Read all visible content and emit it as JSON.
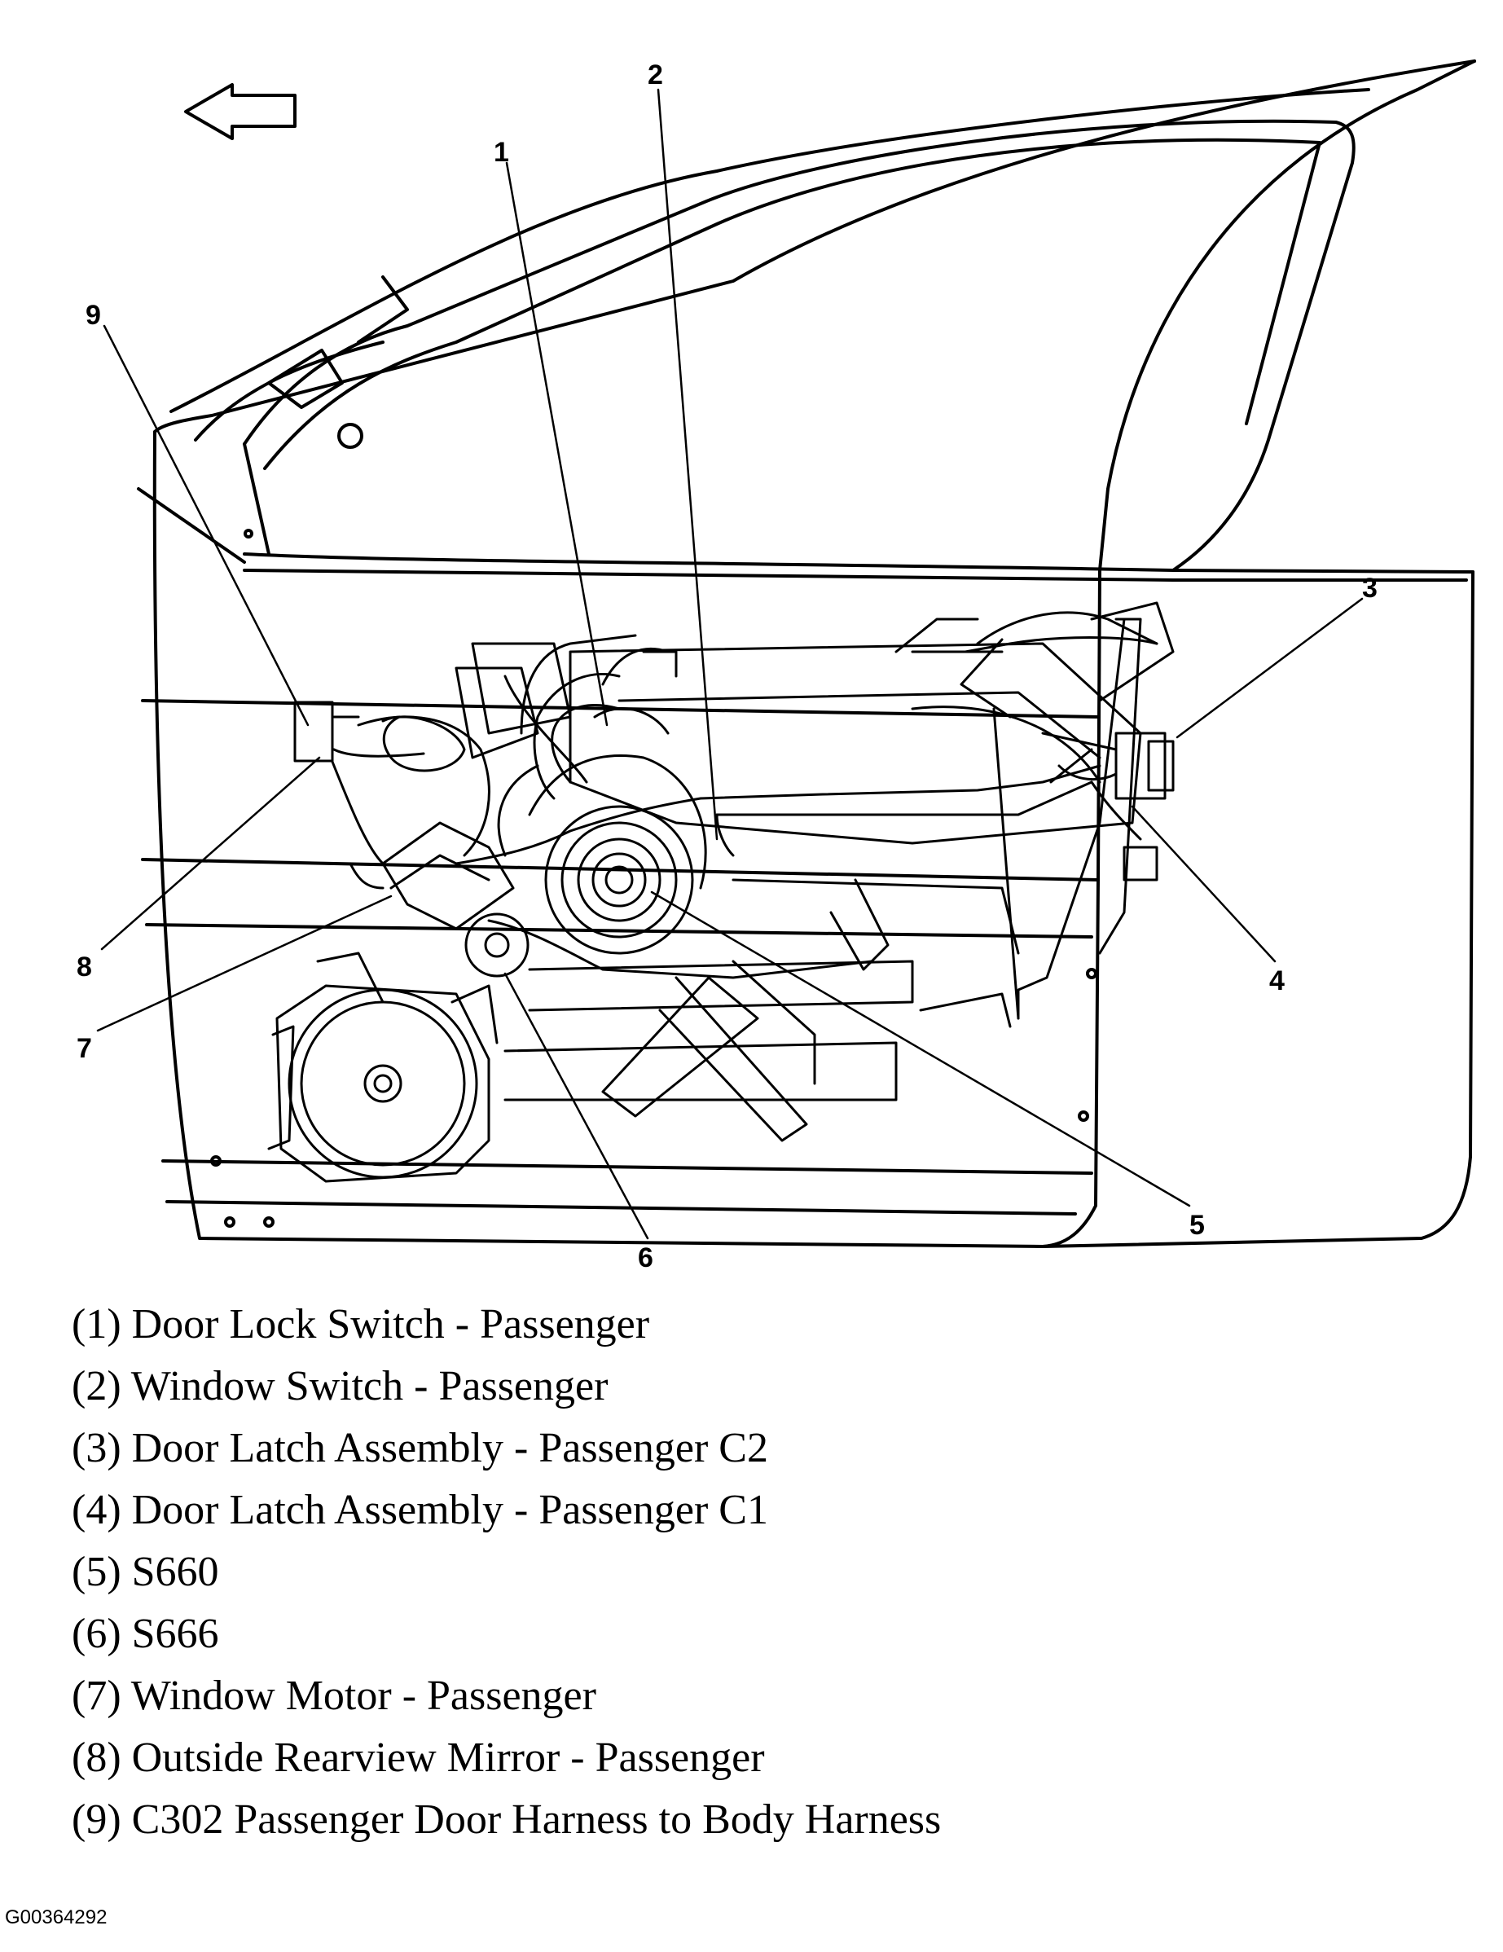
{
  "callouts": [
    "1",
    "2",
    "3",
    "4",
    "5",
    "6",
    "7",
    "8",
    "9"
  ],
  "legend": [
    "(1) Door Lock Switch - Passenger",
    "(2) Window Switch - Passenger",
    "(3) Door Latch Assembly - Passenger C2",
    "(4) Door Latch Assembly - Passenger C1",
    "(5) S660",
    "(6) S666",
    "(7) Window Motor - Passenger",
    "(8) Outside Rearview Mirror - Passenger",
    "(9) C302 Passenger Door Harness to Body Harness"
  ],
  "figure_id": "G00364292",
  "icons": [
    "front-direction-arrow-icon"
  ]
}
